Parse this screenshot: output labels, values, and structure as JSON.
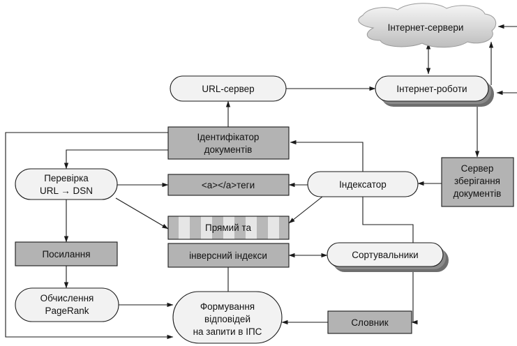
{
  "diagram": {
    "nodes": {
      "internet_servers": "Інтернет-сервери",
      "url_server": "URL-сервер",
      "internet_robots": "Інтернет-роботи",
      "doc_id_line1": "Ідентифікатор",
      "doc_id_line2": "документів",
      "storage_line1": "Сервер",
      "storage_line2": "зберігання",
      "storage_line3": "документів",
      "check_line1": "Перевірка",
      "check_line2": "URL → DSN",
      "tags": "<a></a>теги",
      "indexer": "Індексатор",
      "forward_index": "Прямий та",
      "inverse_index": "інверсний індекси",
      "links": "Посилання",
      "sorters": "Сортувальники",
      "pagerank_line1": "Обчислення",
      "pagerank_line2": "PageRank",
      "answers_line1": "Формування",
      "answers_line2": "відповідей",
      "answers_line3": "на запити в ІПС",
      "dictionary": "Словник"
    },
    "colors": {
      "box_fill": "#b3b3b3",
      "rounded_fill": "#f2f2f2",
      "stripe_light": "#e6e6e6",
      "stripe_dark": "#b8b8b8",
      "shadow": "#6e6e6e",
      "line": "#1a1a1a"
    }
  }
}
